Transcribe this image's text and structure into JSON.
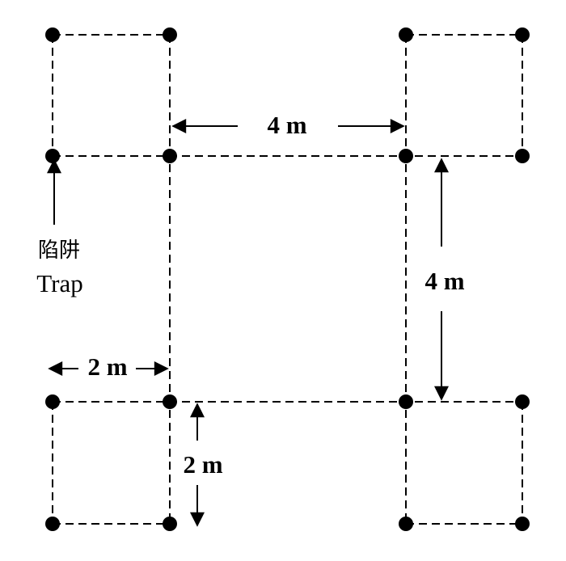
{
  "labels": {
    "top_distance": "4 m",
    "right_distance": "4 m",
    "left_bottom_distance": "2 m",
    "vertical_bottom_distance": "2 m",
    "trap_cn": "陷阱",
    "trap_en": "Trap"
  },
  "colors": {
    "ink": "#000000",
    "background": "#ffffff"
  }
}
